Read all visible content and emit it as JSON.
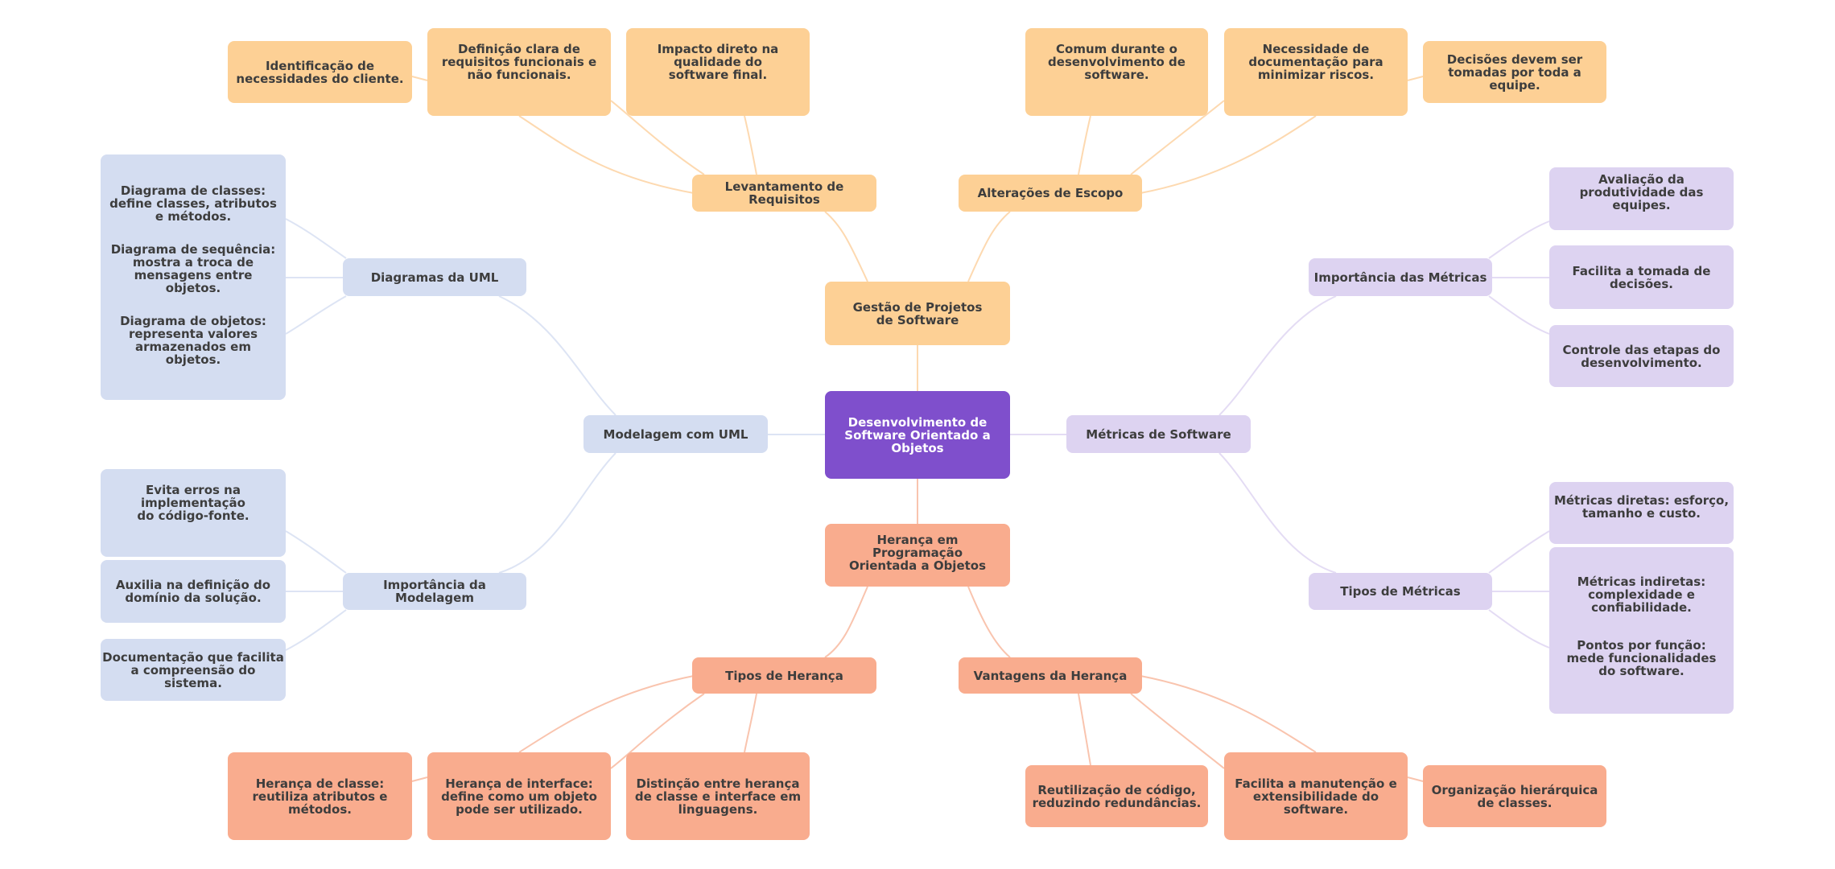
{
  "colors": {
    "root": "#7f4fcc",
    "gestao": "#fdd095",
    "modelagem": "#d4ddf1",
    "metricas": "#ddd3f1",
    "heranca": "#f9ac8e"
  },
  "root": {
    "label": "Desenvolvimento de Software Orientado a Objetos"
  },
  "gestao": {
    "label": "Gestão de Projetos de Software",
    "levantamento": {
      "label": "Levantamento de Requisitos",
      "leaves": [
        "Identificação de necessidades do cliente.",
        "Definição clara de requisitos funcionais e não funcionais.",
        "Impacto direto na qualidade do software final."
      ]
    },
    "alteracoes": {
      "label": "Alterações de Escopo",
      "leaves": [
        "Comum durante o desenvolvimento de software.",
        "Necessidade de documentação para minimizar riscos.",
        "Decisões devem ser tomadas por toda a equipe."
      ]
    }
  },
  "modelagem": {
    "label": "Modelagem com UML",
    "diagramas": {
      "label": "Diagramas da UML",
      "leaves": [
        "Diagrama de classes: define classes, atributos e métodos.",
        "Diagrama de sequência: mostra a troca de mensagens entre objetos.",
        "Diagrama de objetos: representa valores armazenados em objetos."
      ]
    },
    "importancia": {
      "label": "Importância da Modelagem",
      "leaves": [
        "Evita erros na implementação do código-fonte.",
        "Auxilia na definição do domínio da solução.",
        "Documentação que facilita a compreensão do sistema."
      ]
    }
  },
  "metricas": {
    "label": "Métricas de Software",
    "importancia": {
      "label": "Importância das Métricas",
      "leaves": [
        "Avaliação da produtividade das equipes.",
        "Facilita a tomada de decisões.",
        "Controle das etapas do desenvolvimento."
      ]
    },
    "tipos": {
      "label": "Tipos de Métricas",
      "leaves": [
        "Métricas diretas: esforço, tamanho e custo.",
        "Métricas indiretas: complexidade e confiabilidade.",
        "Pontos por função: mede funcionalidades do software."
      ]
    }
  },
  "heranca": {
    "label": "Herança em Programação Orientada a Objetos",
    "tipos": {
      "label": "Tipos de Herança",
      "leaves": [
        "Herança de classe: reutiliza atributos e métodos.",
        "Herança de interface: define como um objeto pode ser utilizado.",
        "Distinção entre herança de classe e interface em linguagens."
      ]
    },
    "vantagens": {
      "label": "Vantagens da Herança",
      "leaves": [
        "Reutilização de código, reduzindo redundâncias.",
        "Facilita a manutenção e extensibilidade do software.",
        "Organização hierárquica de classes."
      ]
    }
  }
}
